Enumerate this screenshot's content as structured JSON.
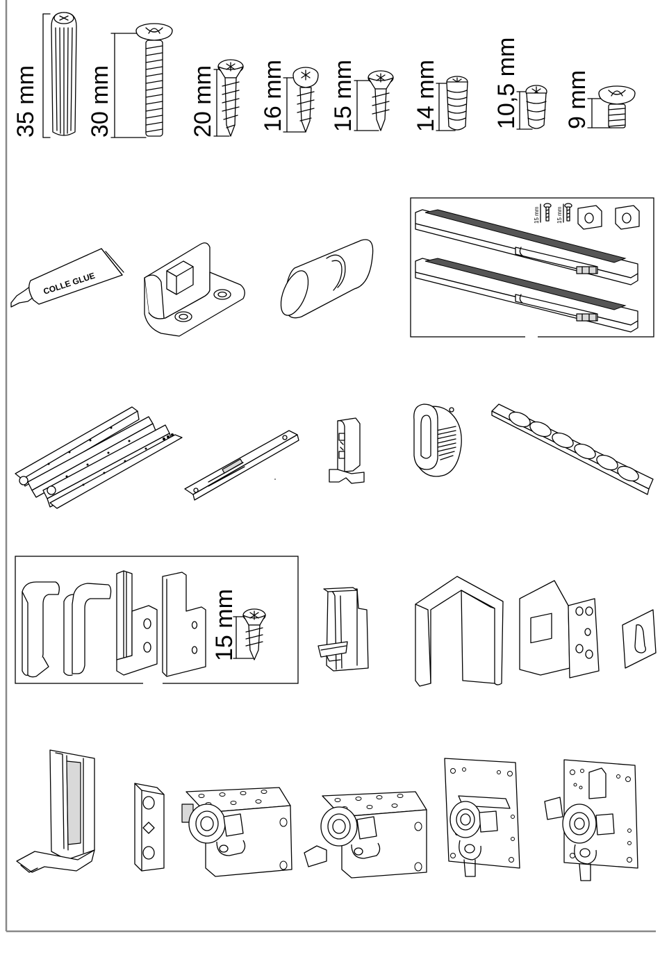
{
  "screw_sizes": {
    "dowel_35": "35 mm",
    "bolt_30": "30 mm",
    "screw_20": "20 mm",
    "screw_16": "16 mm",
    "screw_15": "15 mm",
    "screw_14": "14 mm",
    "screw_10_5": "10,5 mm",
    "bolt_9": "9 mm"
  },
  "box_rails": {
    "small_screw_a": "15 mm",
    "small_screw_b": "15 mm"
  },
  "glue_tube_label": "COLLE GLUE",
  "box_brackets": {
    "screw_label": "15 mm"
  },
  "colors": {
    "line": "#000000",
    "frame": "#888888",
    "background": "#ffffff"
  }
}
